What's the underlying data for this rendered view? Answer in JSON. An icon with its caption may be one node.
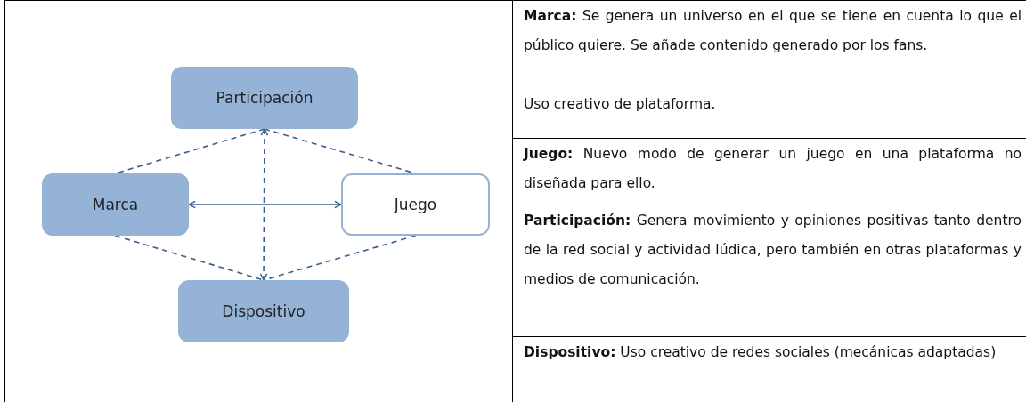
{
  "diagram": {
    "nodes": [
      {
        "text": [
          "Participación"
        ]
      },
      {
        "text": [
          "Marca"
        ]
      },
      {
        "text": [
          "Juego"
        ]
      },
      {
        "text": [
          "Dispositivo"
        ]
      }
    ],
    "edges": [
      {
        "from": 0,
        "to": 1,
        "arrow": "none",
        "style": "dashed"
      },
      {
        "from": 0,
        "to": 2,
        "arrow": "none",
        "style": "dashed"
      },
      {
        "from": 0,
        "to": 3,
        "arrow": "both",
        "style": "dashed"
      },
      {
        "from": 1,
        "to": 3,
        "arrow": "none",
        "style": "dashed"
      },
      {
        "from": 2,
        "to": 3,
        "arrow": "none",
        "style": "dashed"
      },
      {
        "from": 1,
        "to": 2,
        "arrow": "both"
      }
    ],
    "labels": [
      "**Marca:** Se genera un universo en el que se tiene en cuenta lo que el público quiere. Se añade contenido generado por los fans.",
      "Uso creativo de plataforma.",
      "**Juego:** Nuevo modo de generar un juego en una plataforma no diseñada para ello.",
      "**Participación:** Genera movimiento y opiniones positivas tanto dentro de la red social y actividad lúdica, pero también en otras plataformas y medios de comunicación.",
      "**Dispositivo:** Uso creativo de redes sociales (mecánicas adaptadas)"
    ]
  }
}
